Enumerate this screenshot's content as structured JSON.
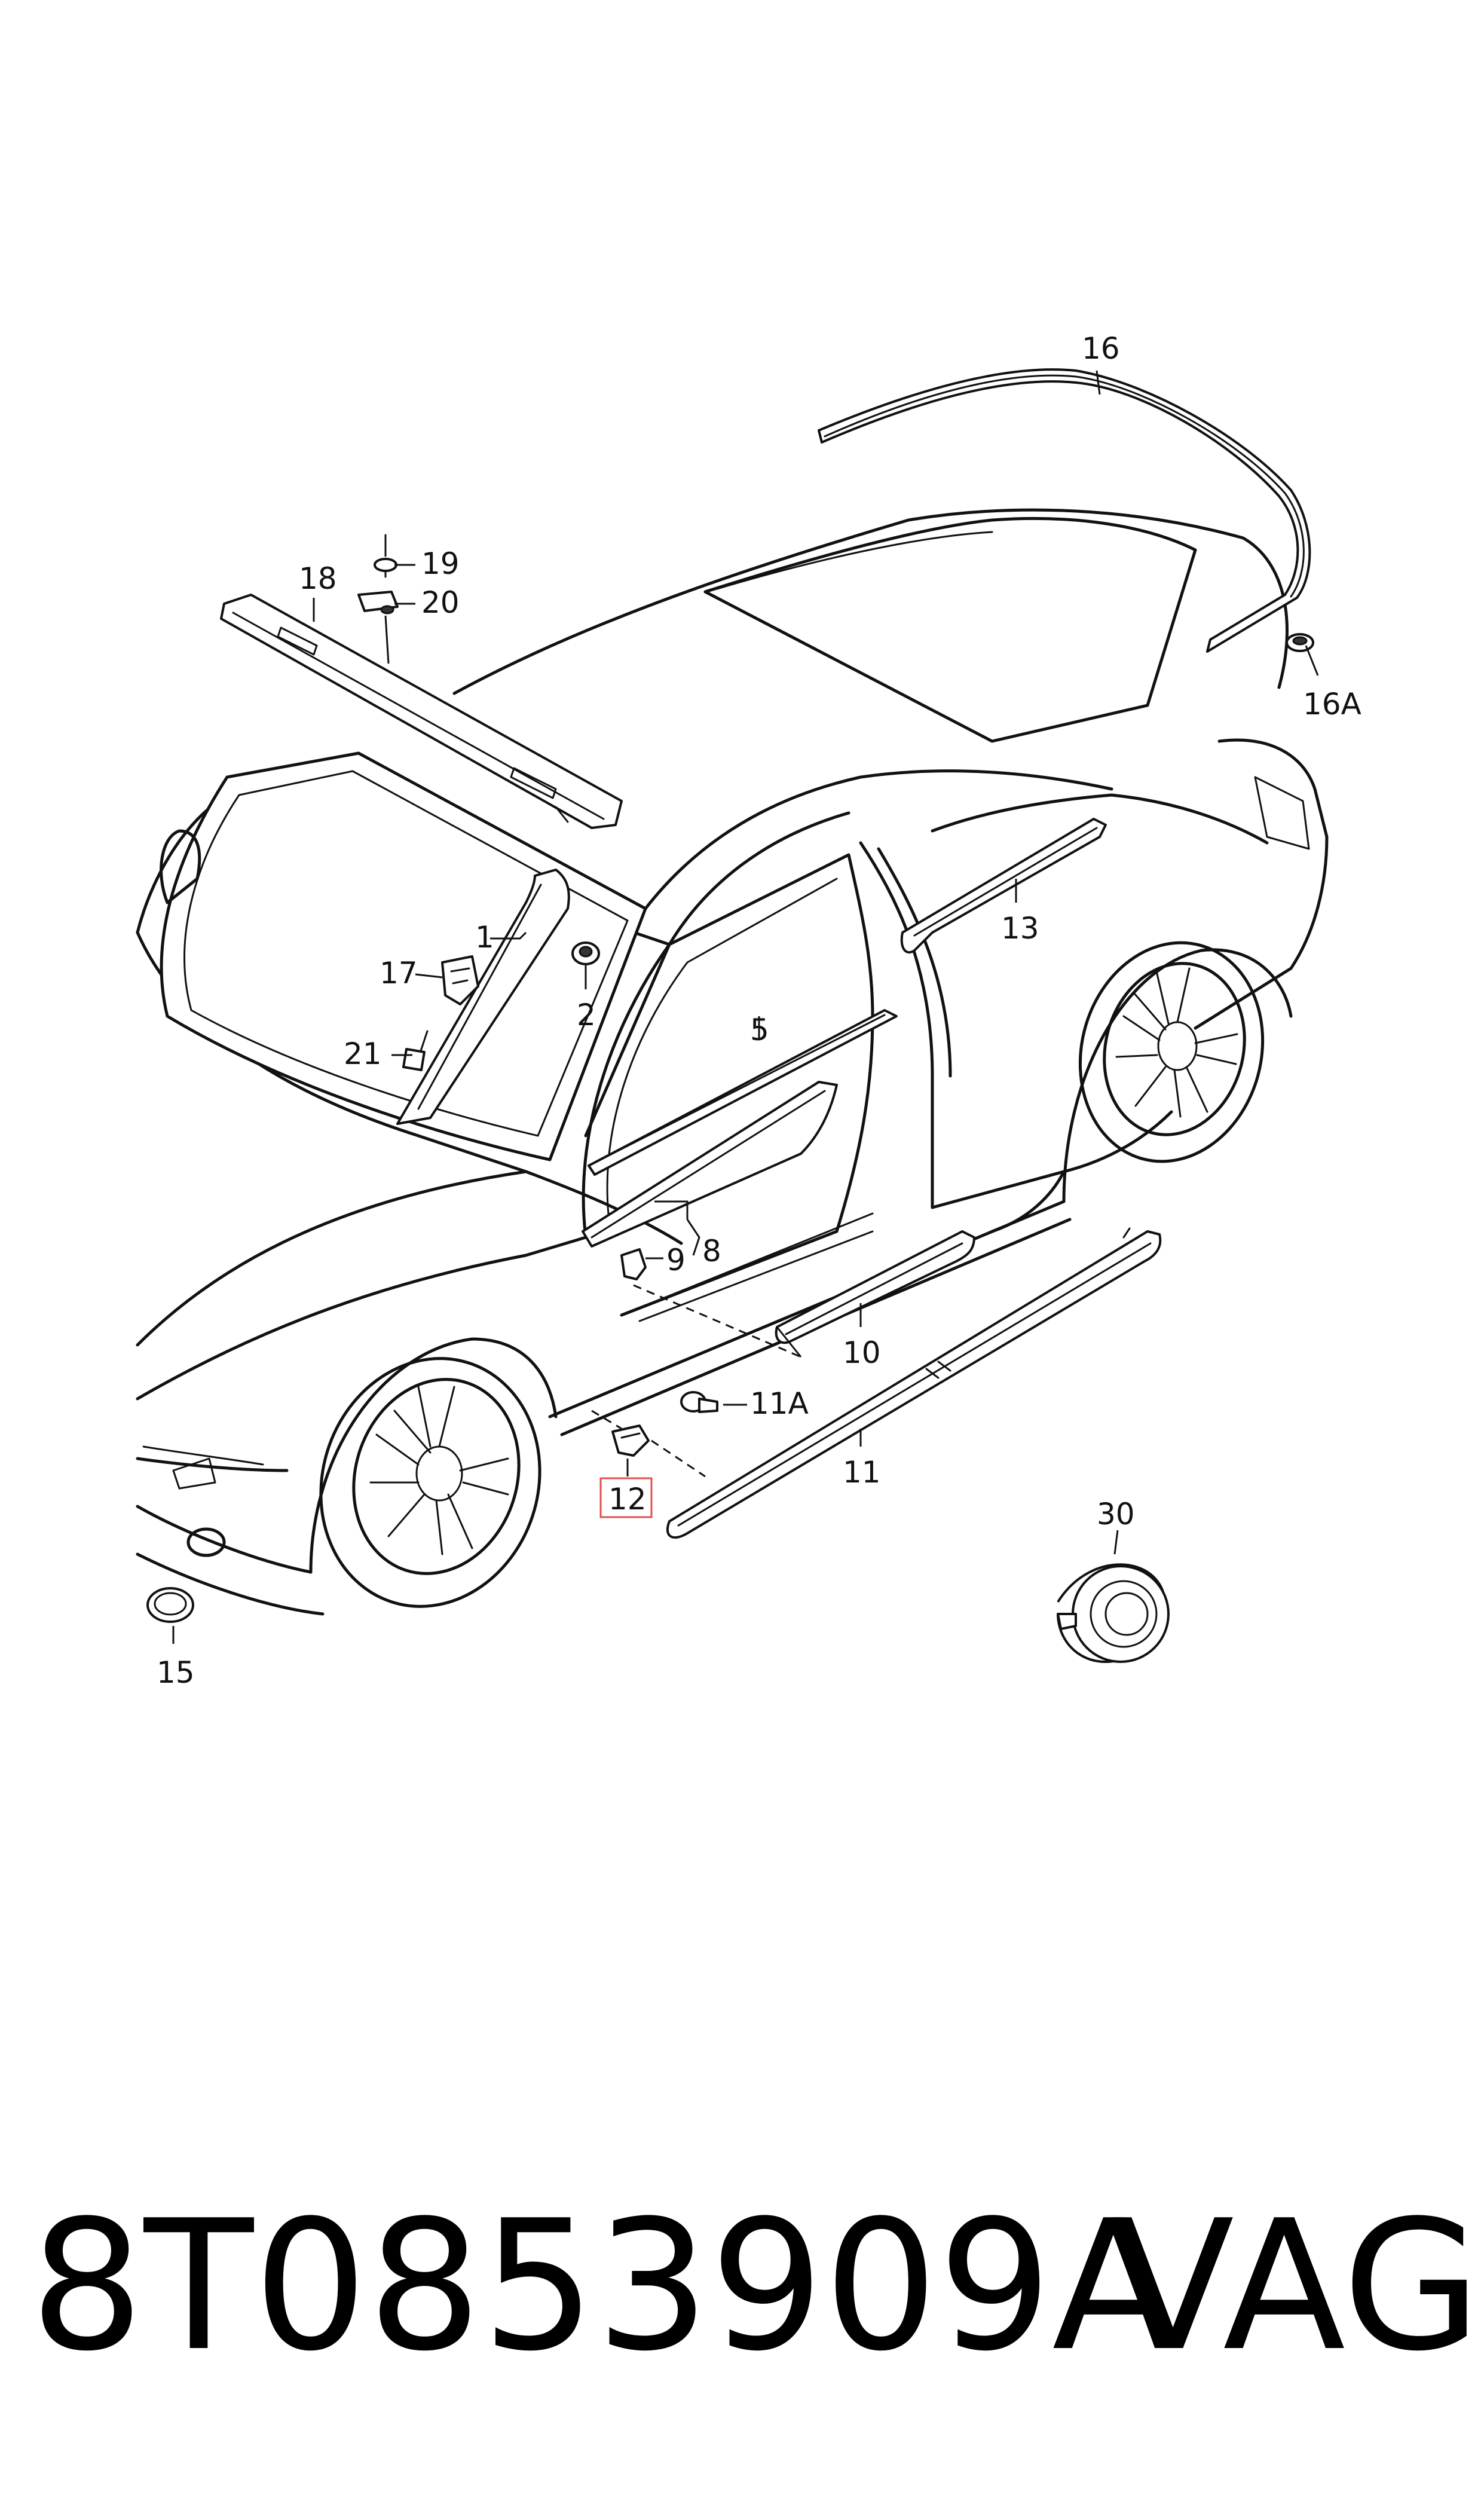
{
  "footer": {
    "part_number": "8T0853909A",
    "brand": "VAG"
  },
  "highlight_color": "#e05050",
  "callouts": {
    "c1": "1",
    "c2": "2",
    "c5": "5",
    "c8": "8",
    "c9": "9",
    "c10": "10",
    "c11": "11",
    "c11a": "11A",
    "c12": "12",
    "c13": "13",
    "c15": "15",
    "c16": "16",
    "c16a": "16A",
    "c17": "17",
    "c18": "18",
    "c19": "19",
    "c20": "20",
    "c21": "21",
    "c30": "30"
  }
}
